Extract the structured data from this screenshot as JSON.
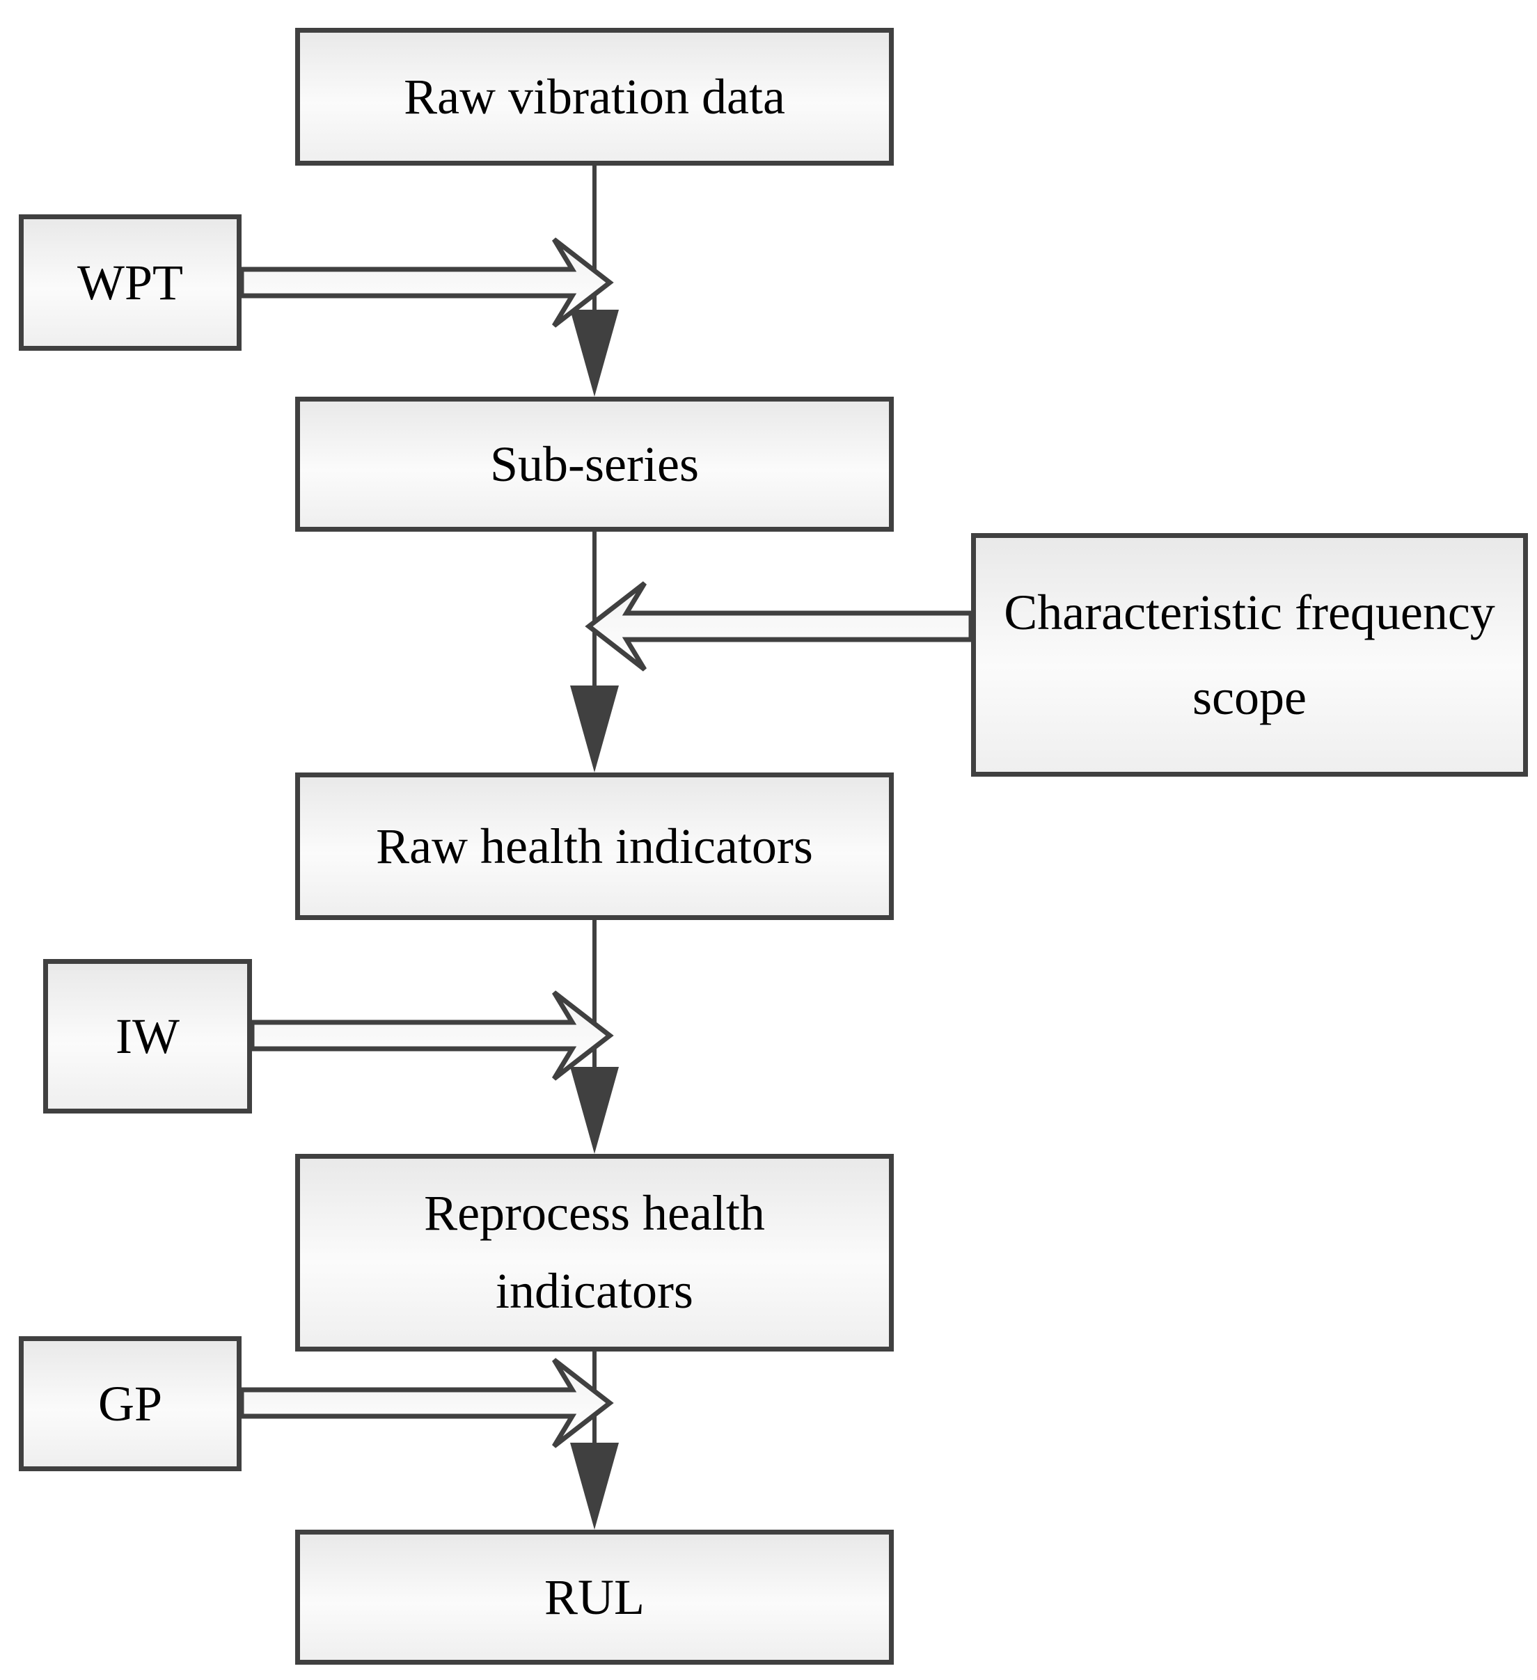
{
  "diagram": {
    "type": "flowchart",
    "nodes": {
      "raw_vibration": {
        "label": "Raw vibration data",
        "role": "process"
      },
      "wpt": {
        "label": "WPT",
        "role": "method-input"
      },
      "sub_series": {
        "label": "Sub-series",
        "role": "process"
      },
      "char_freq": {
        "label": "Characteristic frequency scope",
        "role": "method-input"
      },
      "raw_health": {
        "label": "Raw health indicators",
        "role": "process"
      },
      "iw": {
        "label": "IW",
        "role": "method-input"
      },
      "reprocess": {
        "label": "Reprocess health indicators",
        "role": "process"
      },
      "gp": {
        "label": "GP",
        "role": "method-input"
      },
      "rul": {
        "label": "RUL",
        "role": "result"
      }
    },
    "edges": [
      {
        "from": "raw_vibration",
        "to": "sub_series",
        "style": "solid-arrow"
      },
      {
        "from": "wpt",
        "to": "main-flow",
        "style": "block-arrow"
      },
      {
        "from": "sub_series",
        "to": "raw_health",
        "style": "solid-arrow"
      },
      {
        "from": "char_freq",
        "to": "main-flow",
        "style": "block-arrow"
      },
      {
        "from": "raw_health",
        "to": "reprocess",
        "style": "solid-arrow"
      },
      {
        "from": "iw",
        "to": "main-flow",
        "style": "block-arrow"
      },
      {
        "from": "reprocess",
        "to": "rul",
        "style": "solid-arrow"
      },
      {
        "from": "gp",
        "to": "main-flow",
        "style": "block-arrow"
      }
    ],
    "colors": {
      "border": "#404040",
      "fill_top": "#e9e9e9",
      "fill_mid": "#fbfbfb",
      "fill_bottom": "#efefef",
      "arrow_fill_top": "#f2f2f2",
      "arrow_fill_bottom": "#ffffff",
      "text": "#000000",
      "background": "#ffffff"
    }
  }
}
